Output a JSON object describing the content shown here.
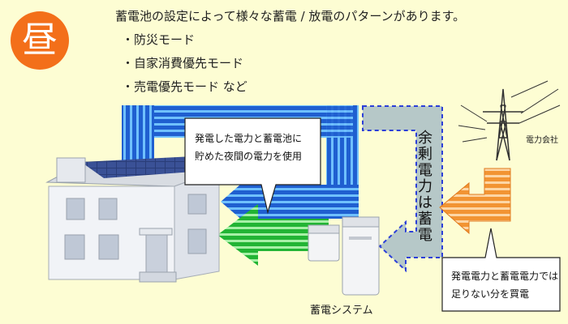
{
  "badge": {
    "text": "昼"
  },
  "headline": "蓄電池の設定によって様々な蓄電 / 放電のパターンがあります。",
  "modes": [
    "・防災モード",
    "・自家消費優先モード",
    "・売電優先モード など"
  ],
  "callout_left": {
    "lines": [
      "発電した電力と蓄電池に",
      "貯めた夜間の電力を使用"
    ]
  },
  "callout_right": {
    "lines": [
      "発電電力と蓄電電力では",
      "足りない分を買電"
    ]
  },
  "surplus_label": "余剰電力は蓄電",
  "power_company_label": "電力会社",
  "system_label": "蓄電システム",
  "colors": {
    "background": "#fdfdd3",
    "badge": "#f36f1a",
    "blue_flow": "#1d6fe0",
    "green_flow": "#27c43a",
    "gray_flow": "#b4c7c7",
    "orange_flow": "#f5a04a"
  }
}
